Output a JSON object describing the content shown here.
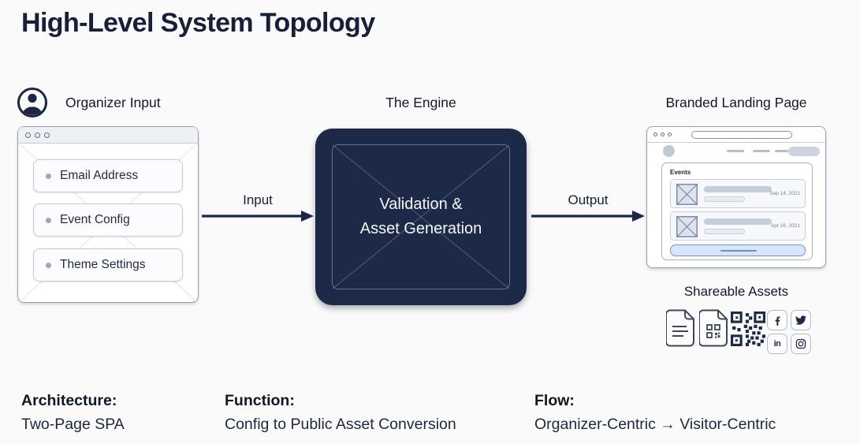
{
  "title": "High-Level System Topology",
  "colors": {
    "navy": "#1c2947",
    "text_dark": "#17203a",
    "browser_border": "#99a0ad",
    "accent_blue_bg": "#d8e6fa",
    "accent_blue_border": "#659ae2",
    "bar_gray": "#c5ccda"
  },
  "organizer": {
    "label": "Organizer Input",
    "icon": "user-avatar-icon",
    "inputs": [
      {
        "label": "Email Address"
      },
      {
        "label": "Event Config"
      },
      {
        "label": "Theme Settings"
      }
    ]
  },
  "arrows": {
    "input": "Input",
    "output": "Output"
  },
  "engine": {
    "label": "The Engine",
    "line1": "Validation &",
    "line2": "Asset Generation"
  },
  "landing": {
    "label": "Branded Landing Page",
    "events_header": "Events",
    "events": [
      {
        "date": "Sep 14, 2021"
      },
      {
        "date": "Apr 16, 2021"
      }
    ]
  },
  "shareable": {
    "label": "Shareable Assets",
    "icons": [
      "document-icon",
      "qr-document-icon",
      "qr-code-icon",
      "facebook-icon",
      "twitter-icon",
      "linkedin-icon",
      "instagram-icon"
    ],
    "linkedin_glyph": "in"
  },
  "footer": {
    "architecture": {
      "label": "Architecture:",
      "value": "Two-Page SPA"
    },
    "function": {
      "label": "Function:",
      "value": "Config to Public Asset Conversion"
    },
    "flow": {
      "label": "Flow:",
      "value": "Organizer-Centric → Visitor-Centric"
    }
  }
}
